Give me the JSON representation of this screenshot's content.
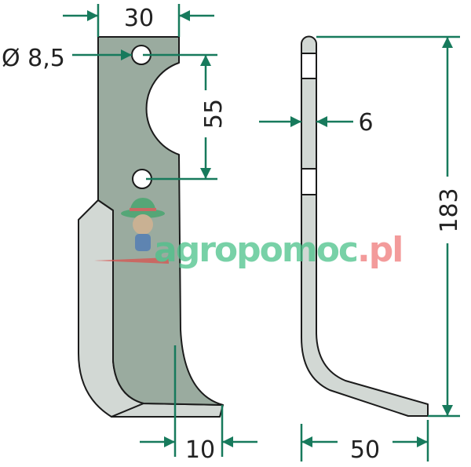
{
  "drawing": {
    "dimensions": {
      "width_top": "30",
      "hole_diameter": "Ø 8,5",
      "hole_spacing": "55",
      "tip_width": "10",
      "thickness": "6",
      "height": "183",
      "bend_length": "50"
    },
    "watermark": {
      "text_main": "agropomoc",
      "text_suffix": ".pl"
    },
    "colors": {
      "body": "#9aab9f",
      "edge": "#d2d8d4",
      "dimension": "#177a5c",
      "outline": "#1b1b1b"
    }
  }
}
